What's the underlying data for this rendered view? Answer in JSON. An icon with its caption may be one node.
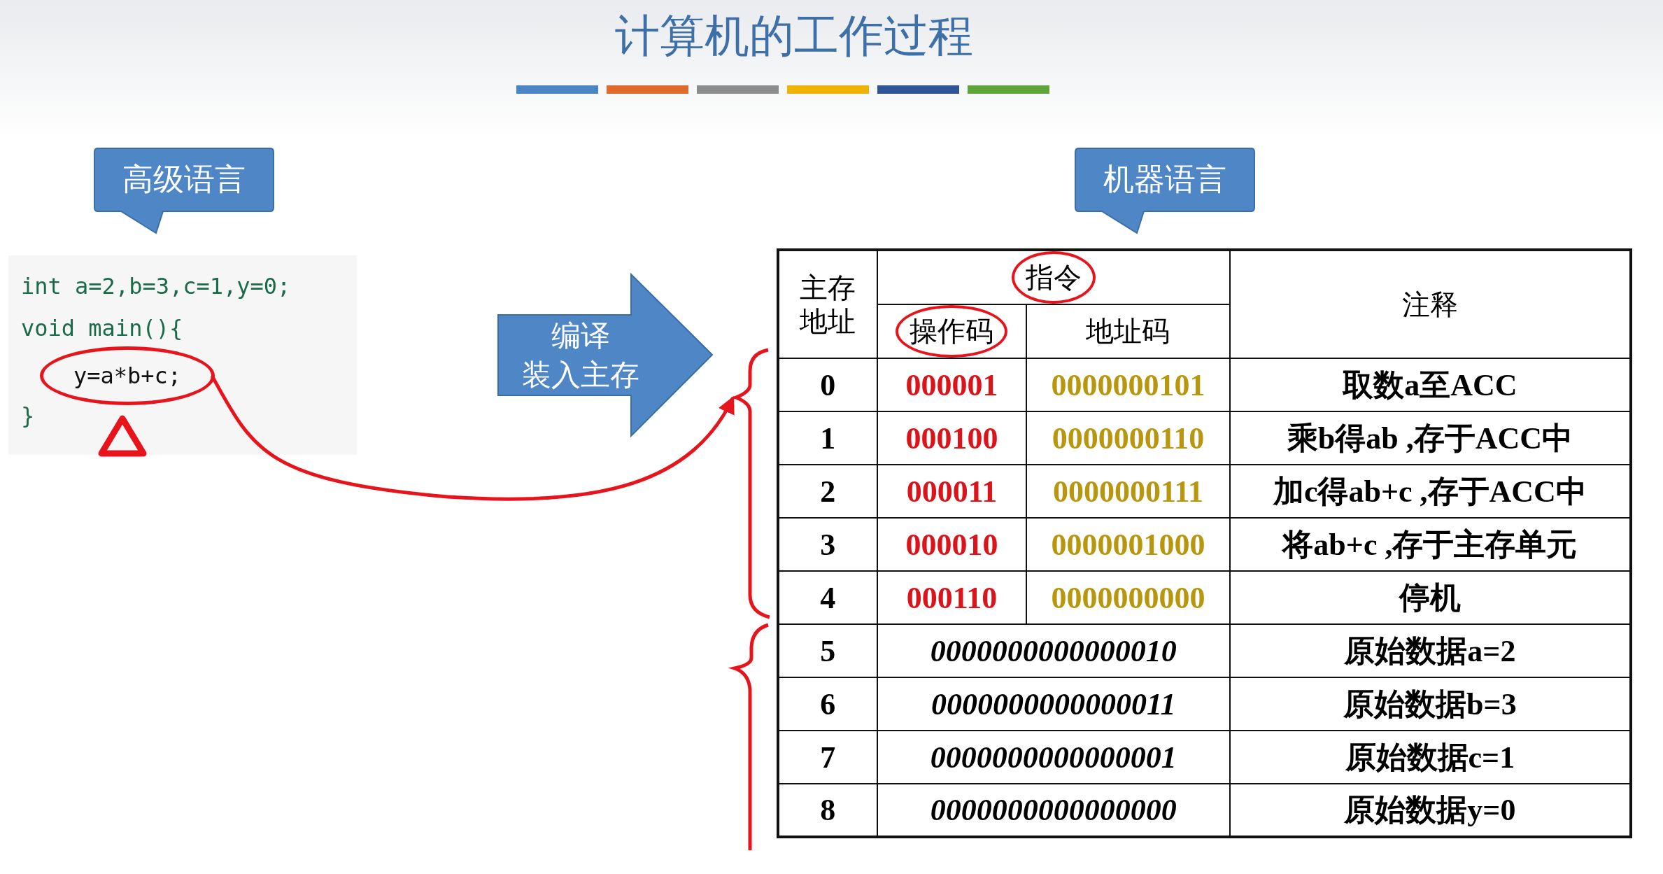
{
  "diagram": {
    "title": "计算机的工作过程",
    "nodes": [
      {
        "text": [
          "高级语言"
        ]
      },
      {
        "text": [
          "int a=2,b=3,c=1,y=0;",
          "void main(){",
          "}"
        ]
      },
      {
        "text": [
          "y=a*b+c;"
        ],
        "in": 1
      },
      {
        "text": [
          "编译",
          "装入主存"
        ]
      },
      {
        "text": [
          "机器语言"
        ]
      },
      {
        "text": [],
        "shape": "bracket"
      }
    ],
    "edges": [
      {
        "from": 2,
        "to": 5,
        "arrow": "to",
        "color": "#e8141c"
      }
    ],
    "labels": [
      "主存地址",
      "指令",
      "注释",
      "操作码",
      "地址码",
      "0",
      "000001",
      "0000000101",
      "取数a至ACC",
      "1",
      "000100",
      "0000000110",
      "乘b得ab ,存于ACC中",
      "2",
      "000011",
      "0000000111",
      "加c得ab+c ,存于ACC中",
      "3",
      "000010",
      "0000001000",
      "将ab+c ,存于主存单元",
      "4",
      "000110",
      "0000000000",
      "停机",
      "5",
      "0000000000000010",
      "原始数据a=2",
      "6",
      "0000000000000011",
      "原始数据b=3",
      "7",
      "0000000000000001",
      "原始数据c=1",
      "8",
      "0000000000000000",
      "原始数据y=0"
    ]
  }
}
